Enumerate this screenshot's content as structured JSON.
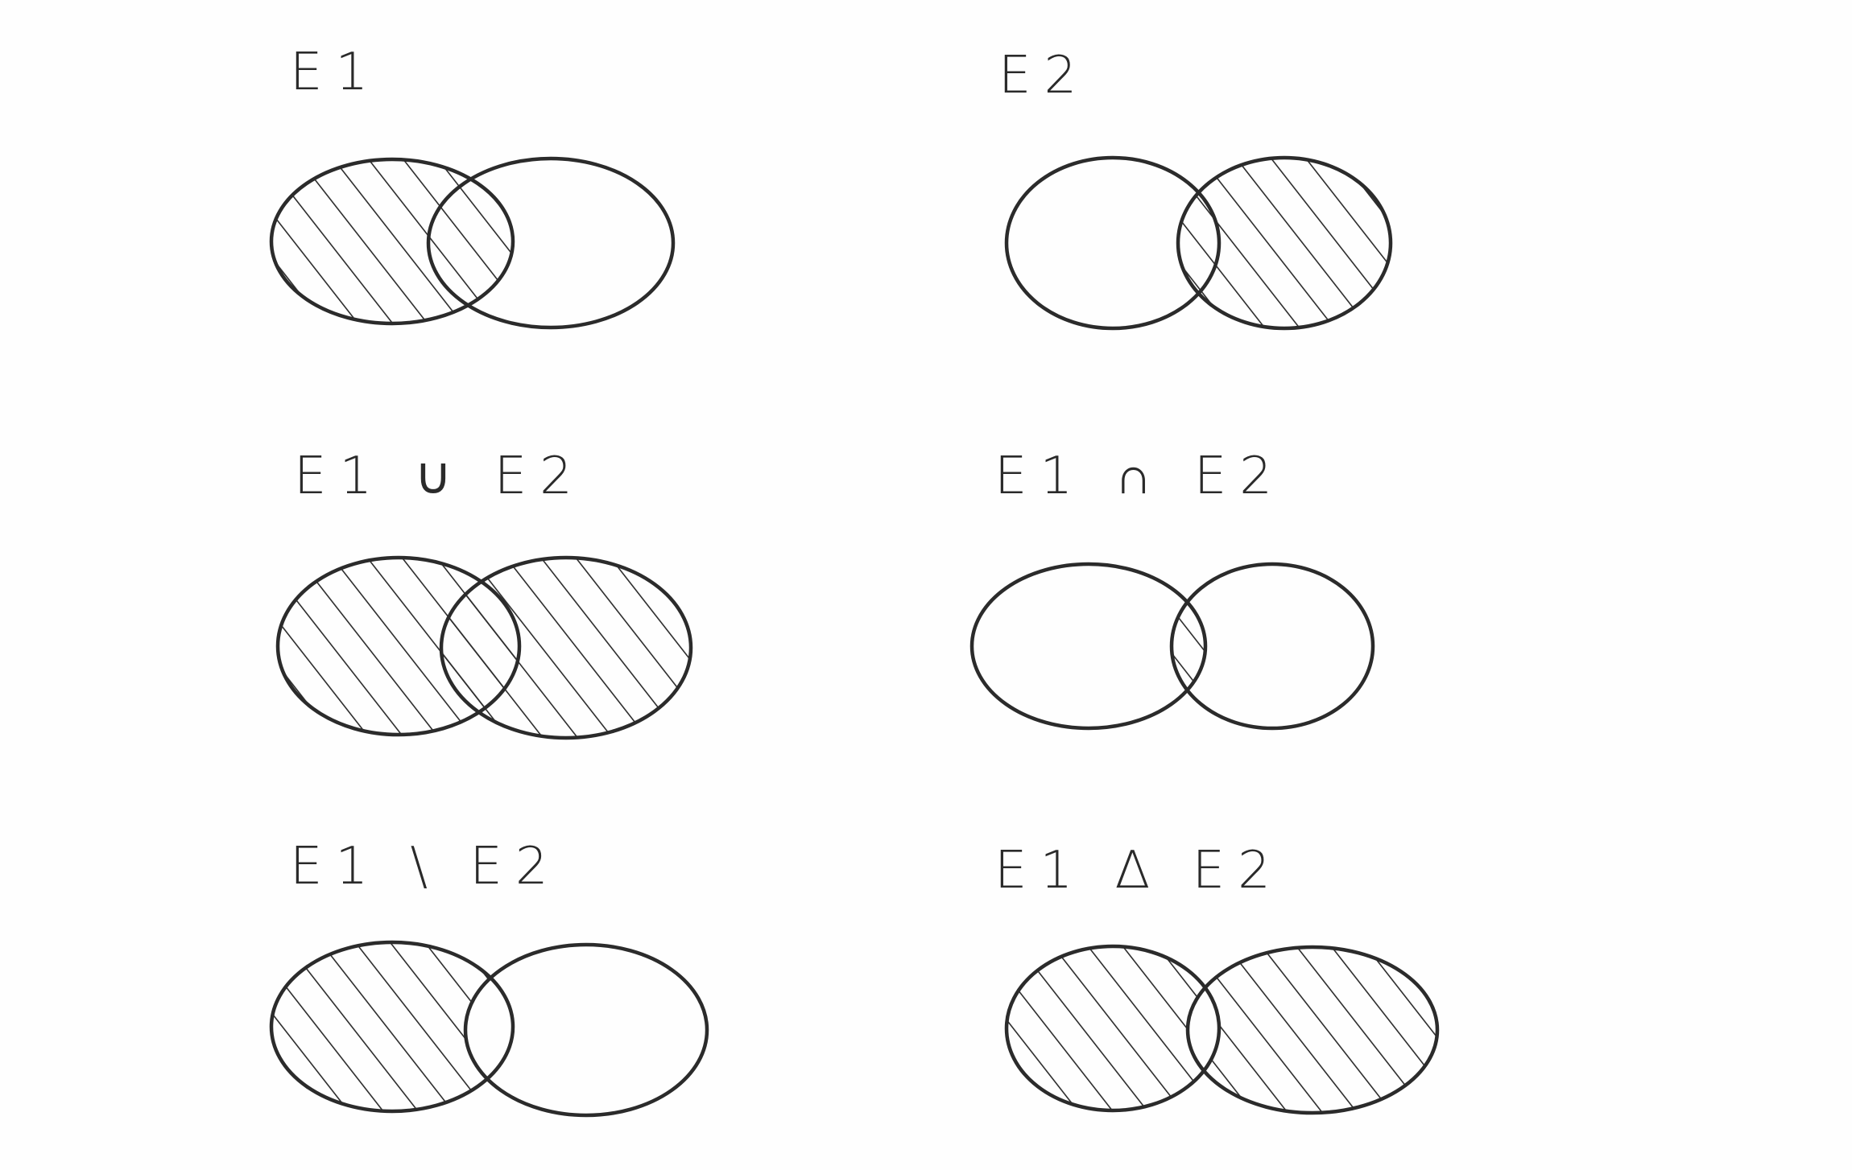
{
  "ink_color": "#2b2b2b",
  "paper_color": "#fefefe",
  "panels": [
    {
      "id": "e1",
      "label": "E1",
      "shaded": "e1"
    },
    {
      "id": "e2",
      "label": "E2",
      "shaded": "e2"
    },
    {
      "id": "union",
      "label": "E1 ∪ E2",
      "shaded": "union"
    },
    {
      "id": "intersection",
      "label": "E1 ∩ E2",
      "shaded": "intersection"
    },
    {
      "id": "difference",
      "label": "E1 \\ E2",
      "shaded": "difference"
    },
    {
      "id": "symdiff",
      "label": "E1 Δ E2",
      "shaded": "symdiff"
    }
  ]
}
